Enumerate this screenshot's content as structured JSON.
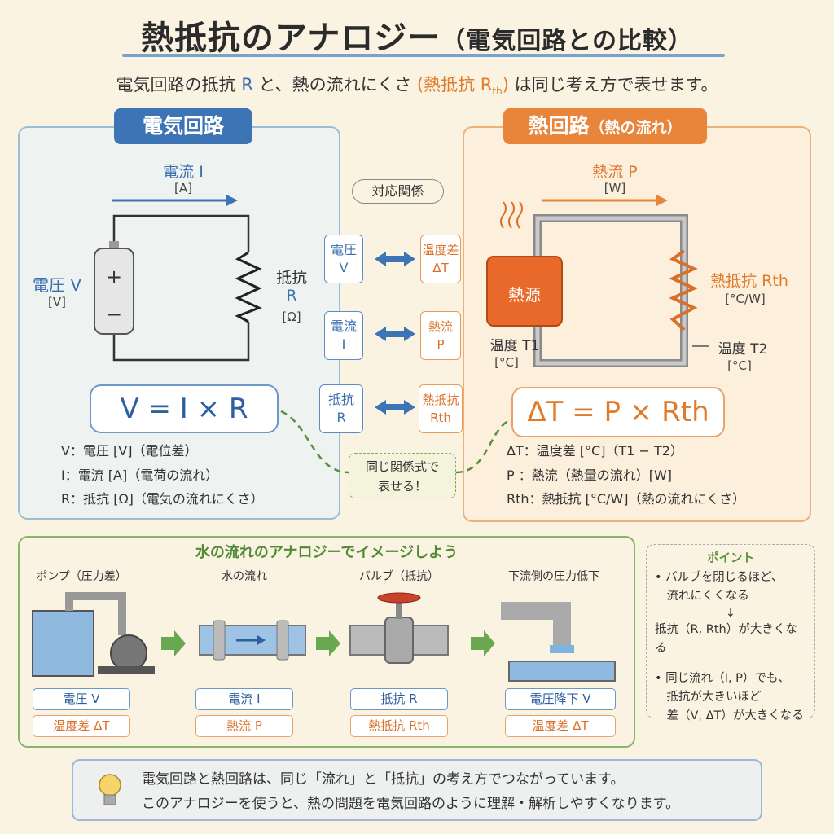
{
  "title": {
    "main": "熱抵抗のアナロジー",
    "paren": "（電気回路との比較）"
  },
  "subtitle": {
    "a": "電気回路の抵抗 ",
    "R": "R",
    "b": " と、熱の流れにくさ ",
    "c": "(熱抵抗 R",
    "th": "th",
    "d": ")",
    "e": " は同じ考え方で表せます。"
  },
  "electric": {
    "tab": "電気回路",
    "current": "電流 I",
    "current_unit": "[A]",
    "voltage": "電圧 V",
    "voltage_unit": "[V]",
    "resistor": "抵抗",
    "resistor_sym": "R",
    "resistor_unit": "[Ω]",
    "plus": "+",
    "minus": "−",
    "equation": "V = I × R",
    "legend": [
      "V：電圧 [V]（電位差）",
      "I：電流 [A]（電荷の流れ）",
      "R：抵抗 [Ω]（電気の流れにくさ）"
    ]
  },
  "thermal": {
    "tab": "熱回路",
    "tab_paren": "（熱の流れ）",
    "heatflow": "熱流 P",
    "heatflow_unit": "[W]",
    "source": "熱源",
    "rth": "熱抵抗 Rth",
    "rth_unit": "[°C/W]",
    "t1": "温度 T1",
    "t1_unit": "[°C]",
    "t2": "温度 T2",
    "t2_unit": "[°C]",
    "equation": "ΔT = P × Rth",
    "legend": [
      "ΔT：温度差 [°C]（T1 − T2）",
      "P ：熱流（熱量の流れ）[W]",
      "Rth：熱抵抗 [°C/W]（熱の流れにくさ）"
    ]
  },
  "correspondence": {
    "label": "対応関係",
    "pairs": [
      {
        "e1": "電圧",
        "e2": "V",
        "t1": "温度差",
        "t2": "ΔT"
      },
      {
        "e1": "電流",
        "e2": "I",
        "t1": "熱流",
        "t2": "P"
      },
      {
        "e1": "抵抗",
        "e2": "R",
        "t1": "熱抵抗",
        "t2": "Rth"
      }
    ],
    "same1": "同じ関係式で",
    "same2": "表せる！"
  },
  "water": {
    "title": "水の流れのアナロジーでイメージしよう",
    "columns": [
      {
        "label": "ポンプ（圧力差）",
        "elec": "電圧 V",
        "therm": "温度差 ΔT"
      },
      {
        "label": "水の流れ",
        "elec": "電流 I",
        "therm": "熱流 P"
      },
      {
        "label": "バルブ（抵抗）",
        "elec": "抵抗 R",
        "therm": "熱抵抗 Rth"
      },
      {
        "label": "下流側の圧力低下",
        "elec": "電圧降下 V",
        "therm": "温度差 ΔT"
      }
    ]
  },
  "point": {
    "title": "ポイント",
    "lines": [
      "• バルブを閉じるほど、",
      "　流れにくくなる",
      "↓",
      "抵抗（R, Rth）が大きくなる",
      "• 同じ流れ（I, P）でも、",
      "　抵抗が大きいほど",
      "　差（V, ΔT）が大きくなる"
    ]
  },
  "note": {
    "line1": "電気回路と熱回路は、同じ「流れ」と「抵抗」の考え方でつながっています。",
    "line2": "このアナロジーを使うと、熱の問題を電気回路のように理解・解析しやすくなります。"
  }
}
